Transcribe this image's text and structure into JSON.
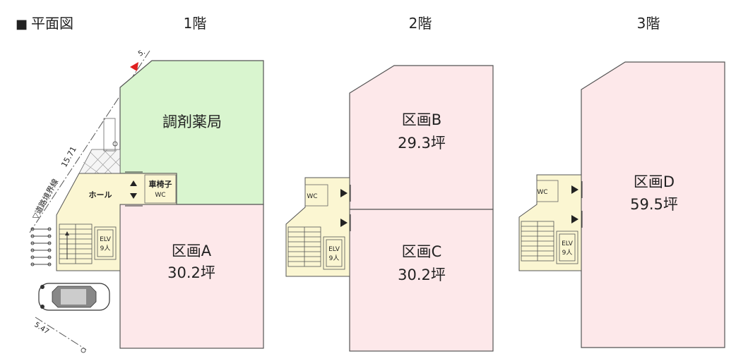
{
  "heading": {
    "marker": "■",
    "title": "平面図"
  },
  "floors": [
    {
      "label": "1階"
    },
    {
      "label": "2階"
    },
    {
      "label": "3階"
    }
  ],
  "floor1": {
    "pharmacy": "調剤薬局",
    "unit_a": {
      "name": "区画A",
      "area": "30.2坪"
    },
    "hall": "ホール",
    "wheelchair": "車椅子",
    "wc": "WC",
    "elv": {
      "line1": "ELV",
      "line2": "9人"
    },
    "road_boundary": "▽道路境界線",
    "road_length": "15.71",
    "dim_top": "5.",
    "dim_bottom": "5.47"
  },
  "floor2": {
    "unit_b": {
      "name": "区画B",
      "area": "29.3坪"
    },
    "unit_c": {
      "name": "区画C",
      "area": "30.2坪"
    },
    "wc": "WC",
    "elv": {
      "line1": "ELV",
      "line2": "9人"
    }
  },
  "floor3": {
    "unit_d": {
      "name": "区画D",
      "area": "59.5坪"
    },
    "wc": "WC",
    "elv": {
      "line1": "ELV",
      "line2": "9人"
    }
  },
  "colors": {
    "unit_pink": "#fde8ea",
    "pharmacy_green": "#d9f5cf",
    "core_yellow": "#fbf6d2",
    "outline": "#555555",
    "marker_red": "#e02020"
  }
}
